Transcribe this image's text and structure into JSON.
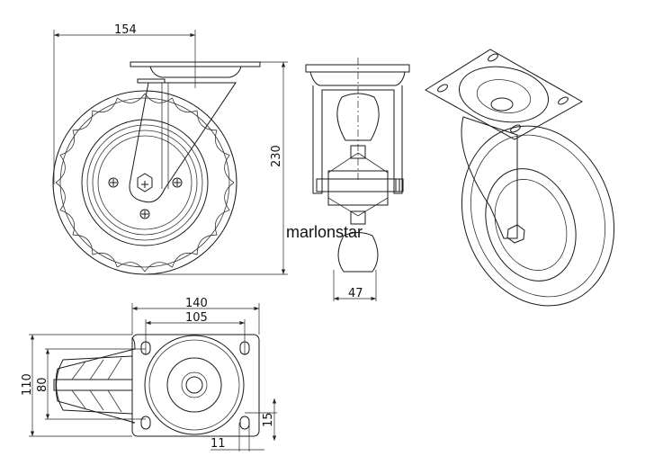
{
  "dimensions": {
    "offset": "154",
    "height": "230",
    "tire_width": "47",
    "plate_width": "140",
    "hole_spacing_x": "105",
    "plate_length": "110",
    "hole_spacing_y": "80",
    "slot_length": "15",
    "slot_width": "11"
  },
  "watermark": "marlonstar",
  "colors": {
    "line": "#1a1a1a",
    "background": "#ffffff"
  }
}
